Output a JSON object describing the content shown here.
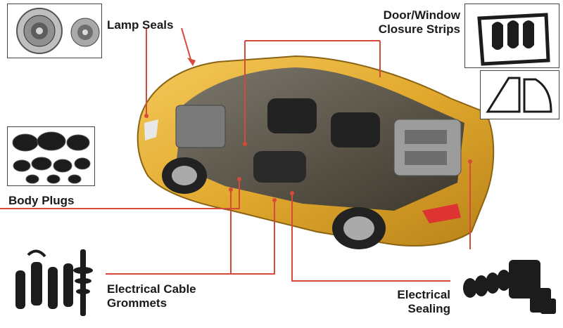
{
  "labels": {
    "lamp_seals": "Lamp Seals",
    "door_window": [
      "Door/Window",
      "Closure Strips"
    ],
    "body_plugs": "Body Plugs",
    "cable_grommets": [
      "Electrical Cable",
      "Grommets"
    ],
    "electrical_sealing": [
      "Electrical",
      "Sealing"
    ]
  },
  "colors": {
    "leader_line": "#d64a3a",
    "car_body": "#e6b23a",
    "car_shadow": "#c99020",
    "rubber": "#1c1c1c"
  },
  "icons": [
    "lamp-seal-photo",
    "closure-strip-photo",
    "window-seal-photo",
    "body-plug-photo",
    "cable-grommet-photo",
    "connector-seal-photo",
    "car-cutaway-illustration"
  ]
}
